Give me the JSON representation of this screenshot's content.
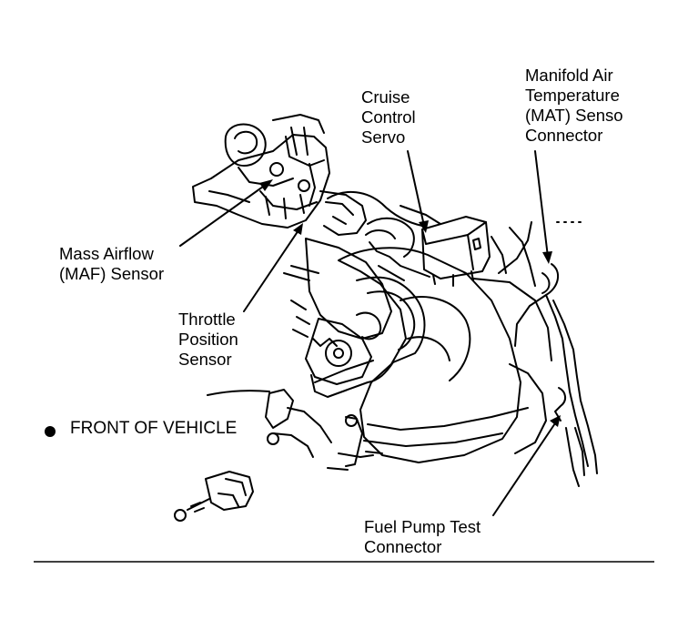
{
  "labels": {
    "mass_airflow": [
      "Mass Airflow",
      "(MAF) Sensor"
    ],
    "throttle_position": [
      "Throttle",
      "Position",
      "Sensor"
    ],
    "cruise_control": [
      "Cruise",
      "Control",
      "Servo"
    ],
    "manifold_air_temp": [
      "Manifold Air",
      "Temperature",
      "(MAT) Senso",
      "Connector"
    ],
    "front_of_vehicle": "FRONT OF VEHICLE",
    "fuel_pump_test": [
      "Fuel Pump Test",
      "Connector"
    ]
  },
  "colors": {
    "ink": "#000000",
    "background": "#ffffff"
  }
}
